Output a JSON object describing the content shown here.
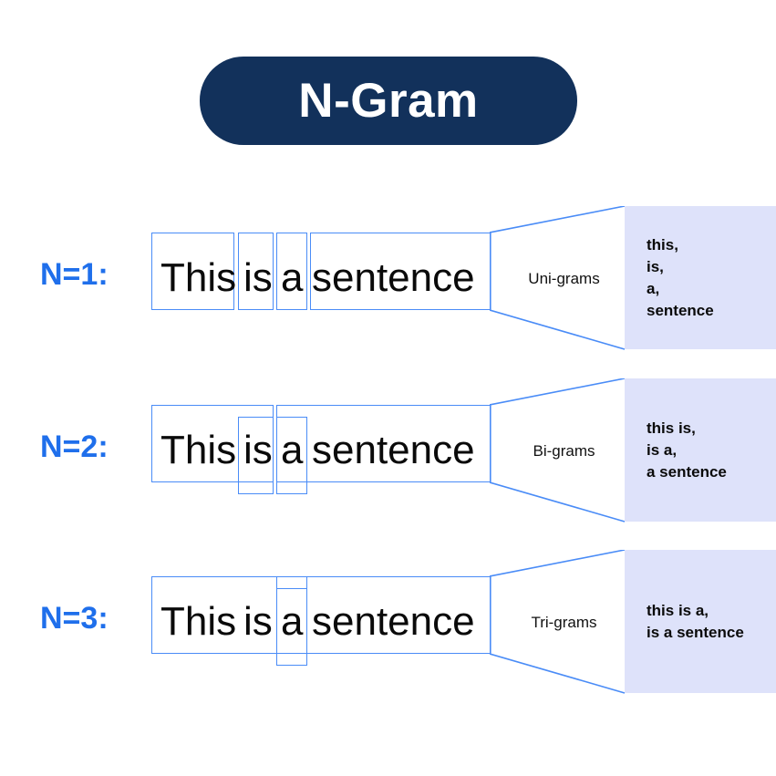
{
  "title": {
    "text": "N-Gram",
    "badge_color": "#12315B",
    "text_color": "#FFFFFF"
  },
  "colors": {
    "label_blue": "#1F6FEB",
    "box_blue": "#4A8CF7",
    "panel_lavender": "#DEE2FA",
    "text_black": "#0A0A0A",
    "background": "#FFFFFF"
  },
  "sentence": {
    "words": [
      "This",
      "is",
      "a",
      "sentence"
    ],
    "full": "This is a sentence"
  },
  "rows": [
    {
      "n_label": "N=1:",
      "funnel_label": "Uni-grams",
      "outputs": [
        "this,",
        "is,",
        "a,",
        "sentence"
      ],
      "groupings": [
        {
          "words": [
            "This"
          ],
          "level": 0
        },
        {
          "words": [
            "is"
          ],
          "level": 0
        },
        {
          "words": [
            "a"
          ],
          "level": 0
        },
        {
          "words": [
            "sentence"
          ],
          "level": 0
        }
      ]
    },
    {
      "n_label": "N=2:",
      "funnel_label": "Bi-grams",
      "outputs": [
        "this is,",
        "is a,",
        "a sentence"
      ],
      "groupings": [
        {
          "words": [
            "This",
            "is"
          ],
          "level": 0
        },
        {
          "words": [
            "is",
            "a"
          ],
          "level": 1
        },
        {
          "words": [
            "a",
            "sentence"
          ],
          "level": 0
        }
      ]
    },
    {
      "n_label": "N=3:",
      "funnel_label": "Tri-grams",
      "outputs": [
        "this is a,",
        "is a sentence"
      ],
      "groupings": [
        {
          "words": [
            "This",
            "is",
            "a"
          ],
          "level": 0
        },
        {
          "words": [
            "is",
            "a",
            "sentence"
          ],
          "level": 1
        }
      ]
    }
  ]
}
